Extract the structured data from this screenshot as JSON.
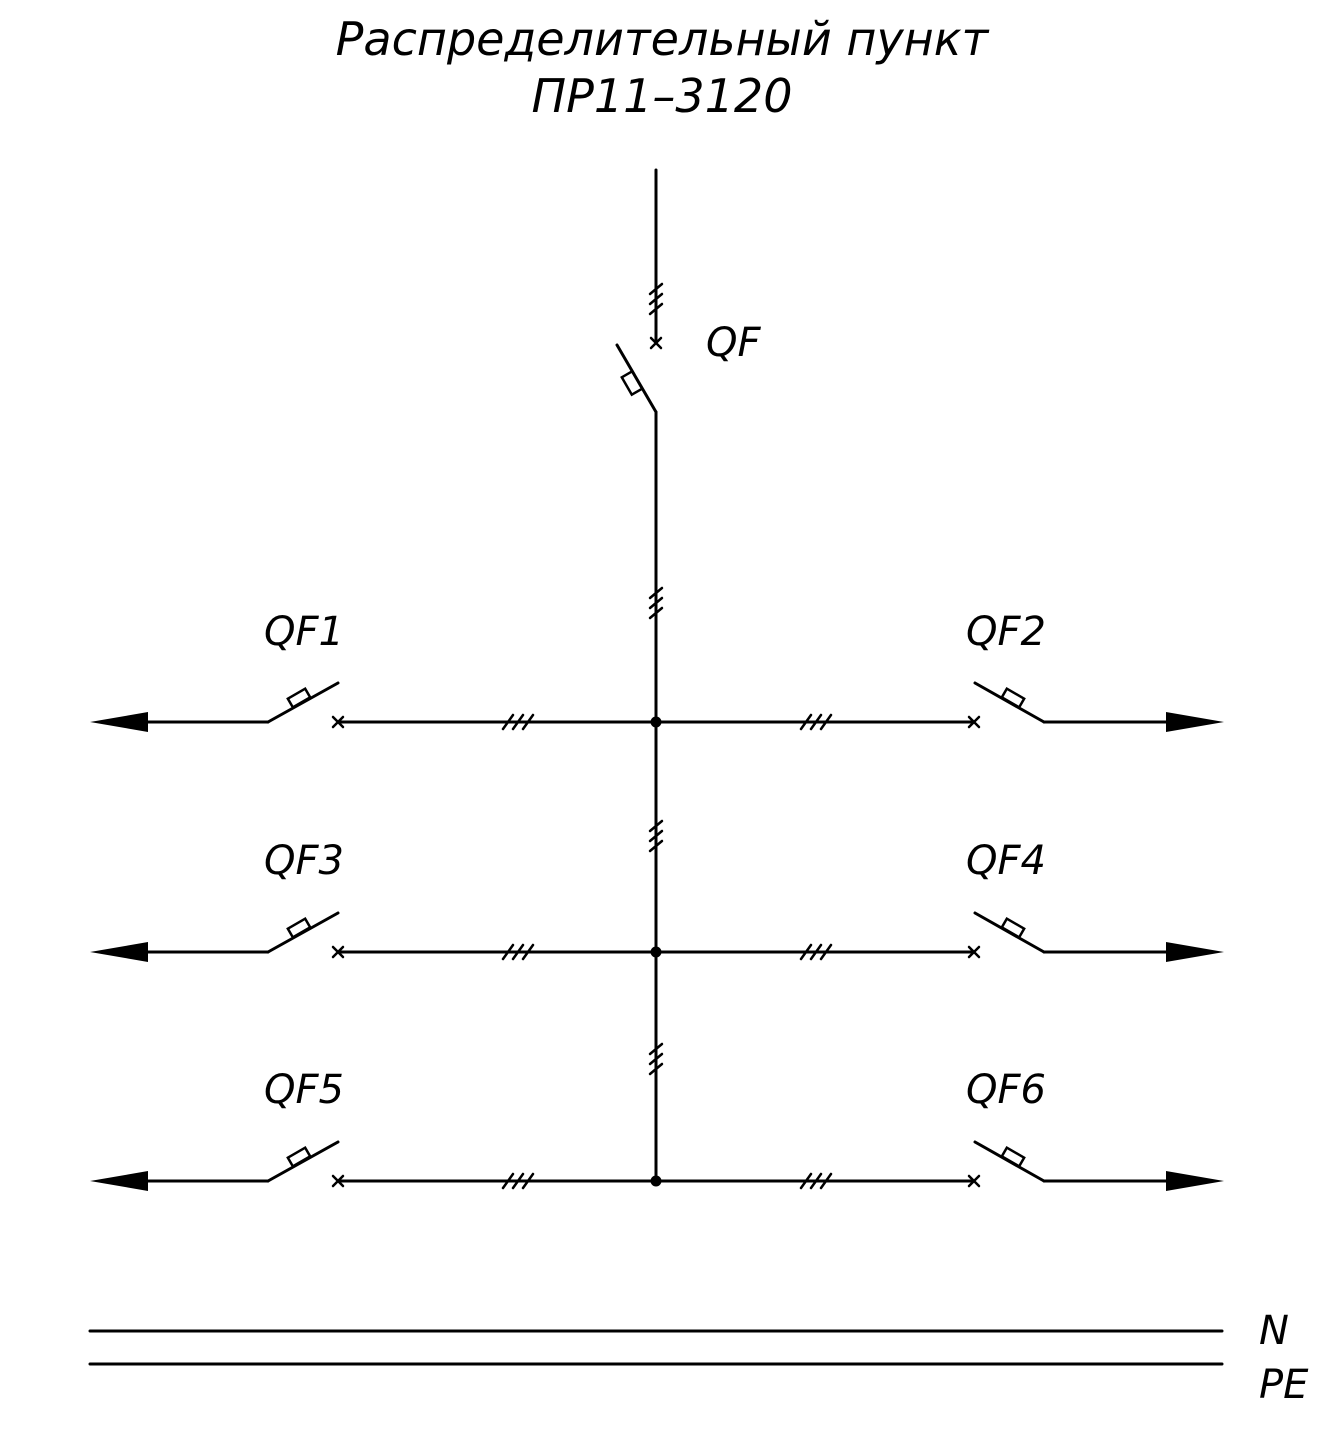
{
  "title": {
    "line1": "Распределительный пункт",
    "line2": "ПР11–3120"
  },
  "main_breaker": {
    "label": "QF"
  },
  "branches": [
    {
      "row": 1,
      "left_label": "QF1",
      "right_label": "QF2"
    },
    {
      "row": 2,
      "left_label": "QF3",
      "right_label": "QF4"
    },
    {
      "row": 3,
      "left_label": "QF5",
      "right_label": "QF6"
    }
  ],
  "buses": [
    {
      "label": "N"
    },
    {
      "label": "PE"
    }
  ],
  "colors": {
    "stroke": "#000000",
    "background": "#ffffff"
  }
}
